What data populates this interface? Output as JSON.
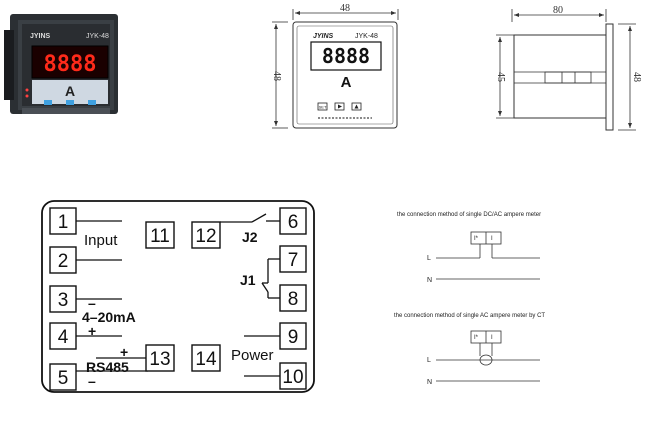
{
  "photo": {
    "brand": "JYINS",
    "model": "JYK-48",
    "display": "8888",
    "unit": "A"
  },
  "front_view": {
    "brand": "JYINS",
    "model": "JYK-48",
    "display": "8888",
    "unit": "A",
    "width_label": "48",
    "height_label": "48"
  },
  "side_view": {
    "depth_label": "80",
    "body_height_label": "45",
    "panel_height_label": "48"
  },
  "terminals": {
    "t1": "1",
    "t2": "2",
    "t3": "3",
    "t4": "4",
    "t5": "5",
    "t6": "6",
    "t7": "7",
    "t8": "8",
    "t9": "9",
    "t10": "10",
    "t11": "11",
    "t12": "12",
    "t13": "13",
    "t14": "14"
  },
  "labels": {
    "input": "Input",
    "current_loop": "4–20mA",
    "rs485": "RS485",
    "power": "Power",
    "j1": "J1",
    "j2": "J2",
    "plus": "+",
    "minus": "–"
  },
  "connection": {
    "dc_title": "the connection method of single DC/AC ampere meter",
    "ct_title": "the connection method of single AC ampere meter by CT",
    "line": "L",
    "neutral": "N",
    "term_star": "I*",
    "term_i": "I"
  }
}
